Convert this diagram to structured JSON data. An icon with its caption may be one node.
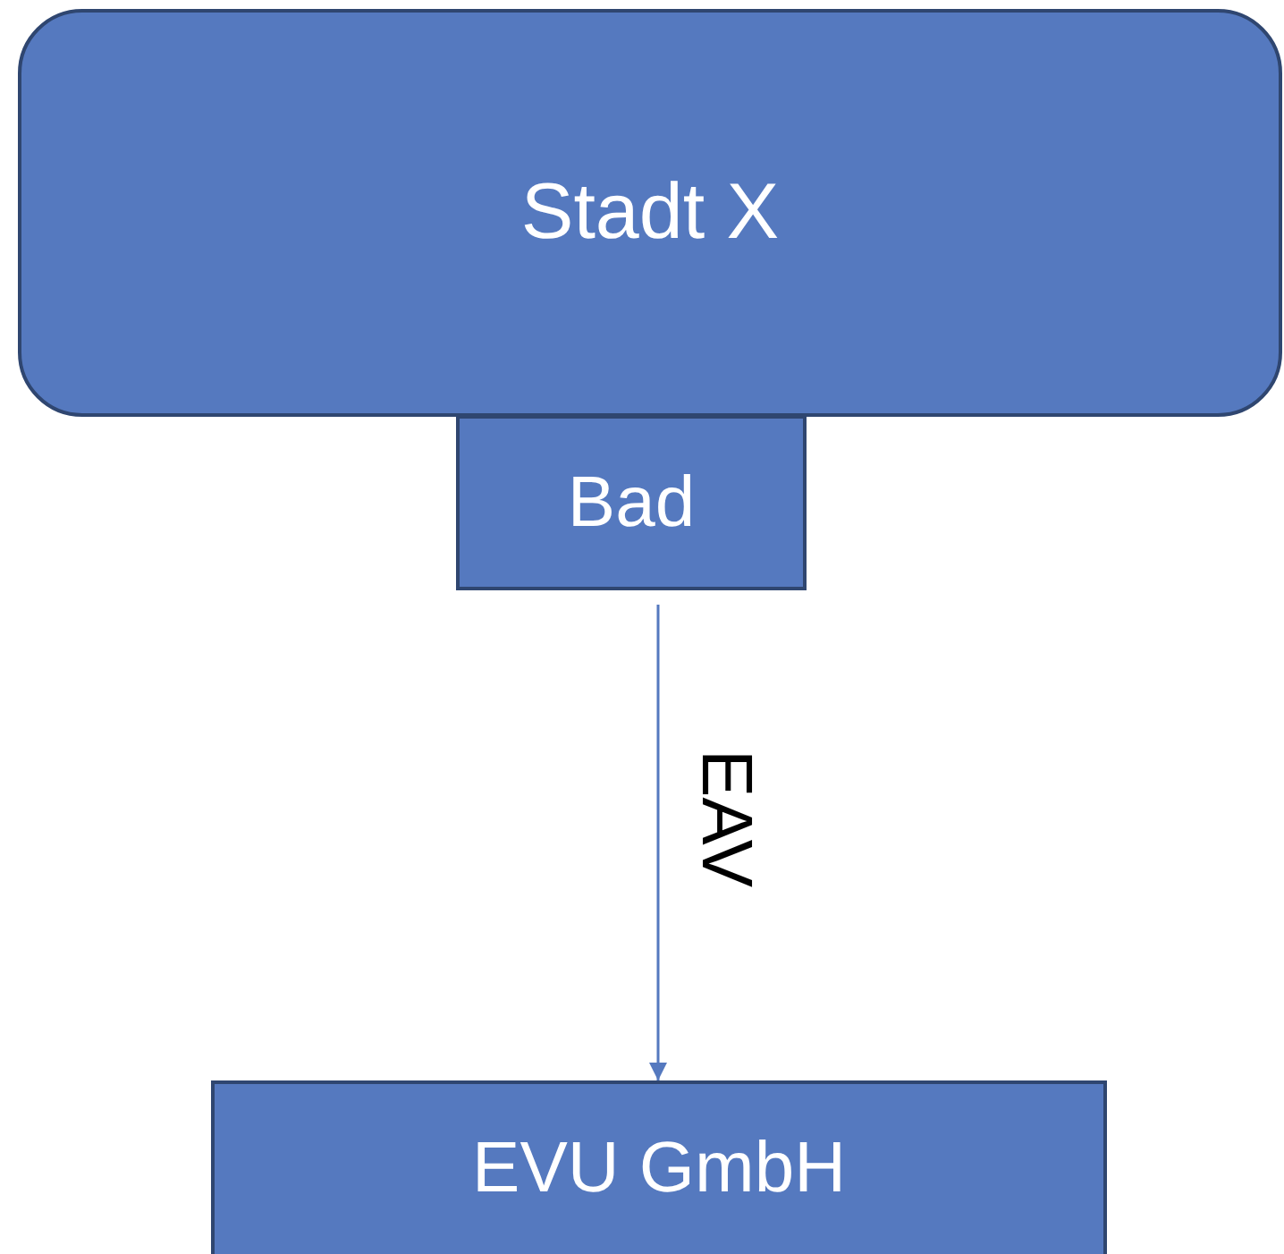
{
  "diagram": {
    "nodes": [
      {
        "text": [
          "Stadt X"
        ]
      },
      {
        "text": [
          "Bad"
        ]
      },
      {
        "text": [
          "EVU GmbH"
        ]
      }
    ],
    "edges": [
      {
        "from": 1,
        "to": 2,
        "arrow": "to",
        "label": "EAV"
      }
    ]
  }
}
